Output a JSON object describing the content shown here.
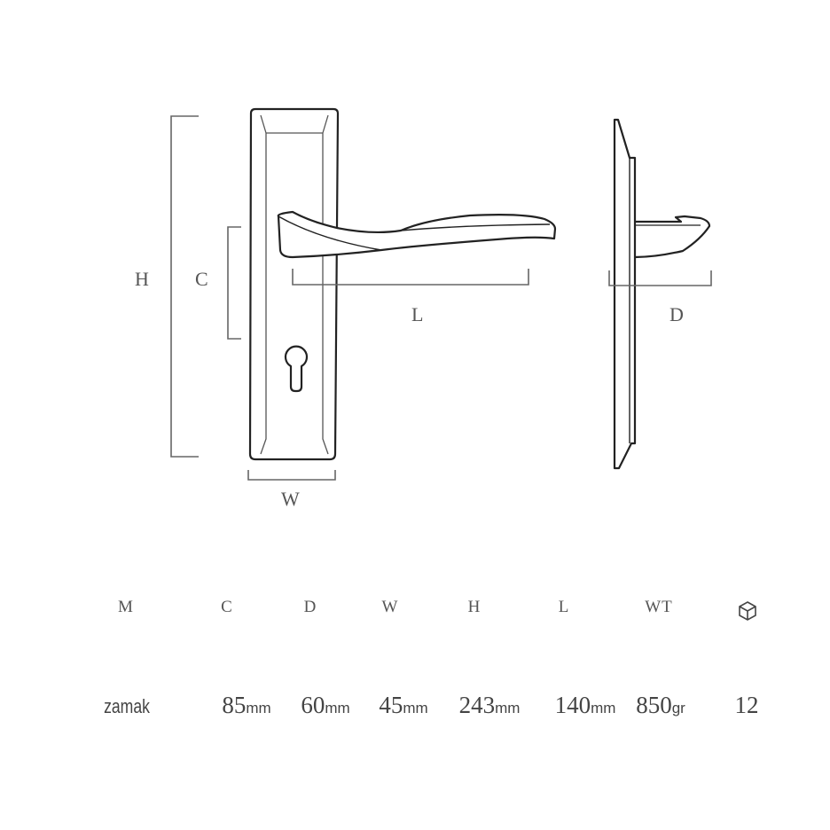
{
  "diagram": {
    "dimension_labels": {
      "H": "H",
      "C": "C",
      "L": "L",
      "W": "W",
      "D": "D"
    }
  },
  "spec_table": {
    "headers": [
      "M",
      "C",
      "D",
      "W",
      "H",
      "L",
      "WT"
    ],
    "package_icon": "box-icon",
    "values": {
      "material": "zamak",
      "C": {
        "num": "85",
        "unit": "mm"
      },
      "D": {
        "num": "60",
        "unit": "mm"
      },
      "W": {
        "num": "45",
        "unit": "mm"
      },
      "H": {
        "num": "243",
        "unit": "mm"
      },
      "L": {
        "num": "140",
        "unit": "mm"
      },
      "WT": {
        "num": "850",
        "unit": "gr"
      },
      "package_qty": "12"
    }
  }
}
